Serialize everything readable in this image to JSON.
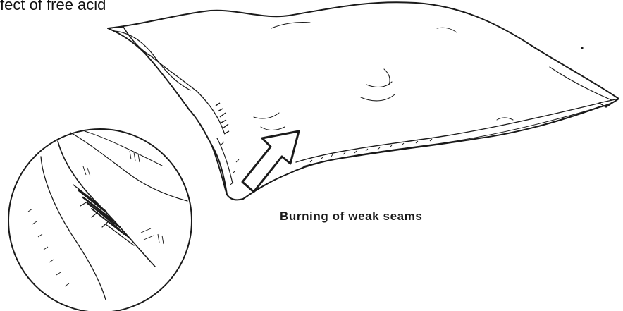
{
  "figure": {
    "title_fragment": "fect of free acid",
    "callout_label": "Burning of weak seams"
  },
  "colors": {
    "ink": "#1a1a1a",
    "paper": "#ffffff"
  },
  "icons": {
    "bag": "sack-illustration",
    "pointer": "block-arrow-icon",
    "magnifier": "magnified-seam-detail"
  }
}
